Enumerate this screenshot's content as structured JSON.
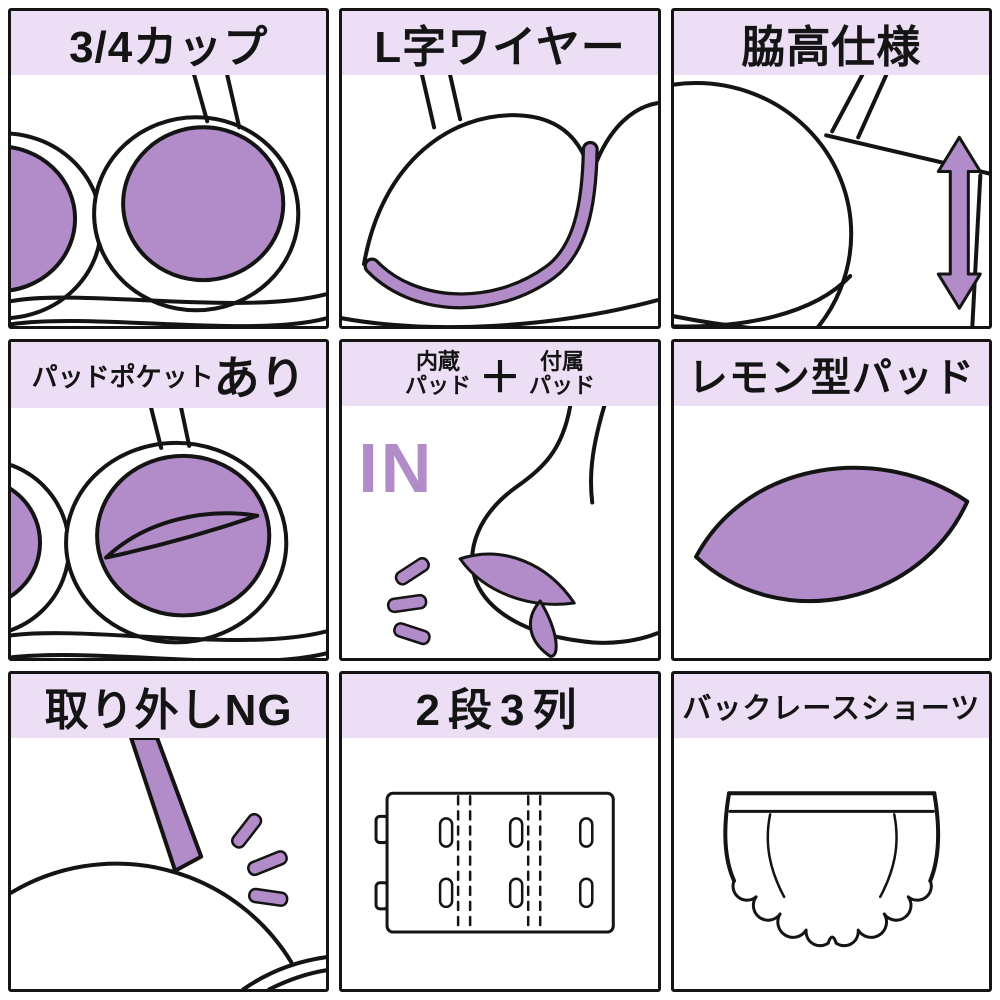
{
  "colors": {
    "purple": "#b28cc9",
    "banner": "#ecdff5",
    "line": "#141414"
  },
  "cells": {
    "c1": {
      "title": "3/4カップ"
    },
    "c2": {
      "title": "L字ワイヤー"
    },
    "c3": {
      "title": "脇高仕様"
    },
    "c4": {
      "title_small": "パッドポケット",
      "title_large": "あり"
    },
    "c5": {
      "left_top": "内蔵",
      "left_bottom": "パッド",
      "plus": "＋",
      "right_top": "付属",
      "right_bottom": "パッド",
      "in_label": "IN"
    },
    "c6": {
      "title": "レモン型パッド"
    },
    "c7": {
      "title": "取り外しNG"
    },
    "c8": {
      "title": "2段3列"
    },
    "c9": {
      "title": "バックレースショーツ"
    }
  }
}
